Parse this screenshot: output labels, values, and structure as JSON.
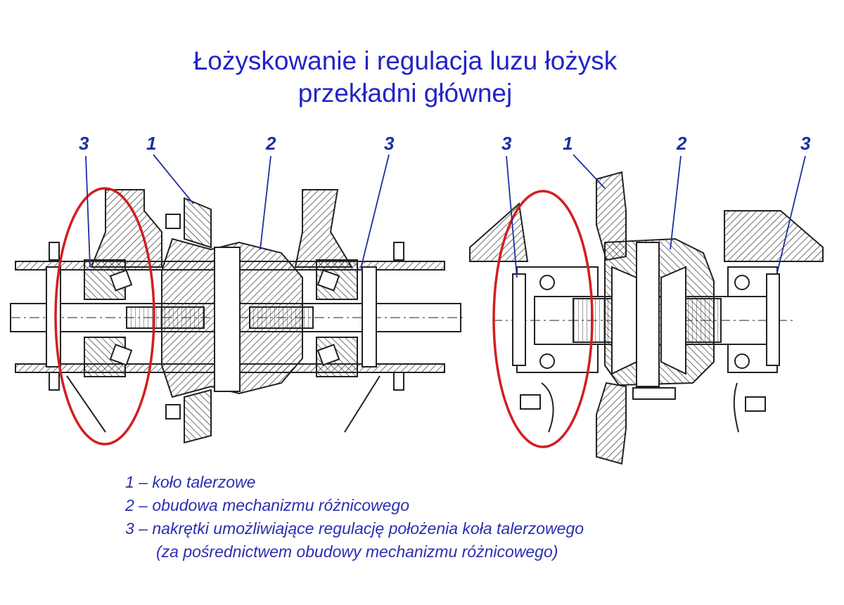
{
  "title": {
    "line1": "Łożyskowanie i regulacja luzu łożysk",
    "line2": "przekładni głównej"
  },
  "colors": {
    "title": "#2323c8",
    "callouts": "#1f2f9e",
    "highlight_ring": "#d11f1f",
    "drawing": "#222222"
  },
  "left_diagram": {
    "callouts": [
      "3",
      "1",
      "2",
      "3"
    ],
    "highlight": "red-ellipse-around-left-bearing-nut"
  },
  "right_diagram": {
    "callouts": [
      "3",
      "1",
      "2",
      "3"
    ],
    "highlight": "red-ellipse-around-left-bearing-nut"
  },
  "legend": {
    "item1": "1 – koło talerzowe",
    "item2": "2 – obudowa mechanizmu różnicowego",
    "item3": "3 – nakrętki umożliwiające regulację położenia koła talerzowego",
    "item3_cont": "(za pośrednictwem obudowy  mechanizmu różnicowego)"
  }
}
